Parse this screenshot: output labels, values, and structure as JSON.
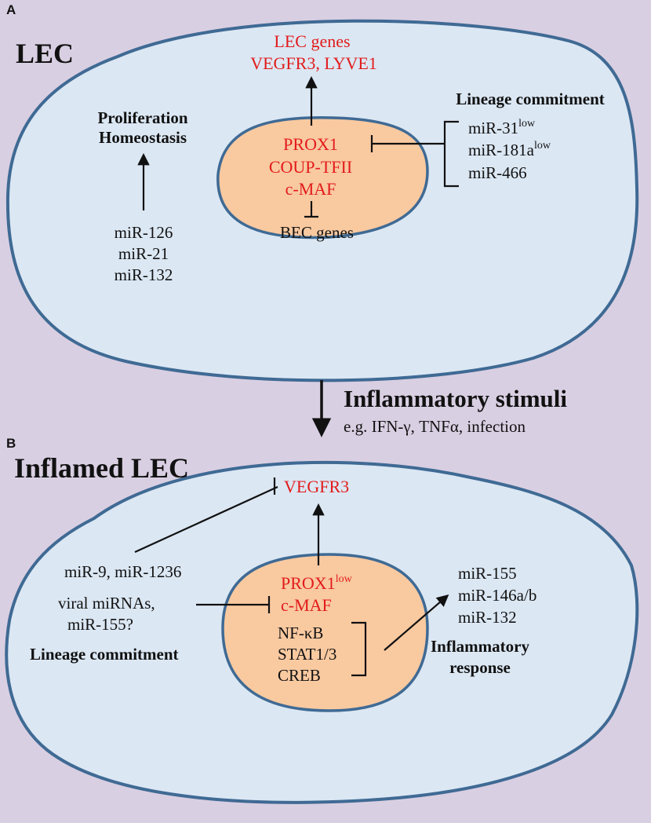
{
  "panel_a": {
    "letter": "A",
    "title": "LEC",
    "output_genes": {
      "line1": "LEC genes",
      "line2": "VEGFR3, LYVE1"
    },
    "proliferation": {
      "line1": "Proliferation",
      "line2": "Homeostasis"
    },
    "proliferation_mirnas": [
      "miR-126",
      "miR-21",
      "miR-132"
    ],
    "nucleus_factors": [
      "PROX1",
      "COUP-TFII",
      "c-MAF"
    ],
    "bec_genes": "BEC genes",
    "lineage_title": "Lineage commitment",
    "lineage_mirnas": [
      {
        "name": "miR-31",
        "sup": "low"
      },
      {
        "name": "miR-181a",
        "sup": "low"
      },
      {
        "name": "miR-466",
        "sup": ""
      }
    ]
  },
  "transition": {
    "title": "Inflammatory stimuli",
    "examples": "e.g. IFN-γ, TNFα, infection"
  },
  "panel_b": {
    "letter": "B",
    "title": "Inflamed LEC",
    "vegfr3": "VEGFR3",
    "mir9": "miR-9, miR-1236",
    "viral": {
      "line1": "viral miRNAs,",
      "line2": "miR-155?"
    },
    "lineage_title": "Lineage commitment",
    "nucleus_red": [
      {
        "name": "PROX1",
        "sup": "low"
      },
      {
        "name": "c-MAF",
        "sup": ""
      }
    ],
    "nucleus_black": [
      "NF-κB",
      "STAT1/3",
      "CREB"
    ],
    "response_mirnas": [
      "miR-155",
      "miR-146a/b",
      "miR-132"
    ],
    "response_title": {
      "line1": "Inflammatory",
      "line2": "response"
    }
  },
  "colors": {
    "background": "#d9cfe2",
    "cell_fill": "#dbe7f3",
    "cell_border": "#3f6a94",
    "nucleus_fill": "#f9c9a0",
    "highlight_red": "#e21b1b"
  }
}
